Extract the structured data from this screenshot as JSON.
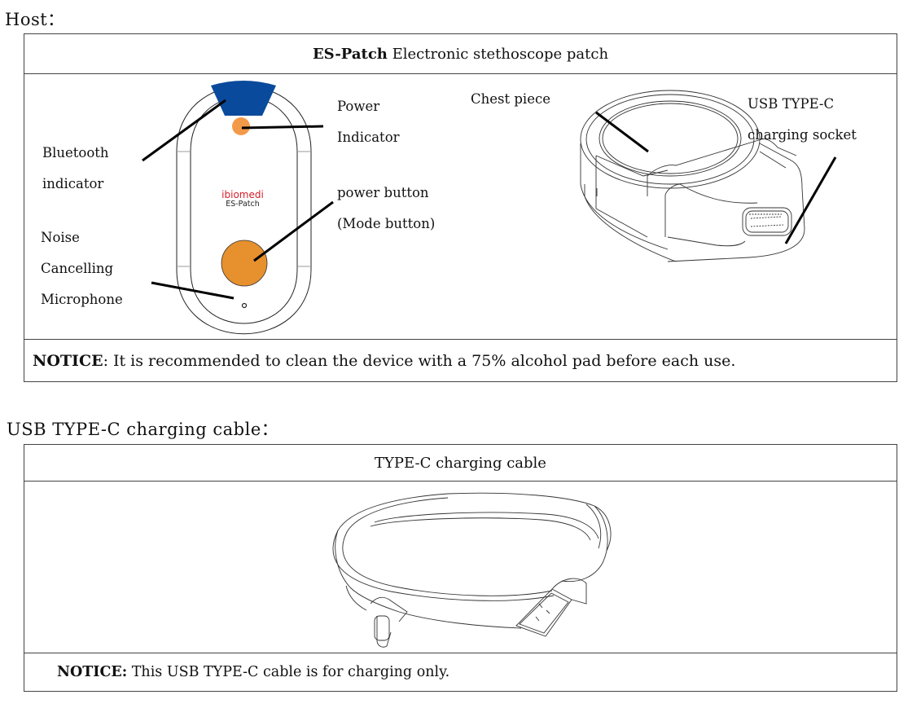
{
  "host_section": {
    "title": "Host：",
    "table": {
      "header_bold": "ES-Patch",
      "header_rest": " Electronic stethoscope patch",
      "front_view": {
        "logo_brand": "ibiomedi",
        "logo_model": "ES-Patch",
        "labels": {
          "bluetooth_line1": "Bluetooth",
          "bluetooth_line2": "indicator",
          "power_ind_line1": "Power",
          "power_ind_line2": "Indicator",
          "power_btn_line1": "power button",
          "power_btn_line2": "(Mode button)",
          "mic_line1": "Noise",
          "mic_line2": "Cancelling",
          "mic_line3": "Microphone"
        },
        "colors": {
          "bluetooth_indicator": "#0a4a9c",
          "power_indicator": "#f39a4a",
          "power_button": "#e6902e",
          "logo_brand": "#d4202a"
        }
      },
      "side_view": {
        "labels": {
          "chest_piece": "Chest piece",
          "usb_line1": "USB TYPE-C",
          "usb_line2": "charging socket"
        }
      },
      "notice_bold": "NOTICE",
      "notice_rest": ": It is recommended to clean the device with a 75% alcohol pad before each use."
    }
  },
  "cable_section": {
    "title": "USB TYPE-C charging cable：",
    "table": {
      "header": "TYPE-C charging cable",
      "notice_bold": "NOTICE:",
      "notice_rest": " This USB TYPE-C cable is for charging only."
    }
  }
}
